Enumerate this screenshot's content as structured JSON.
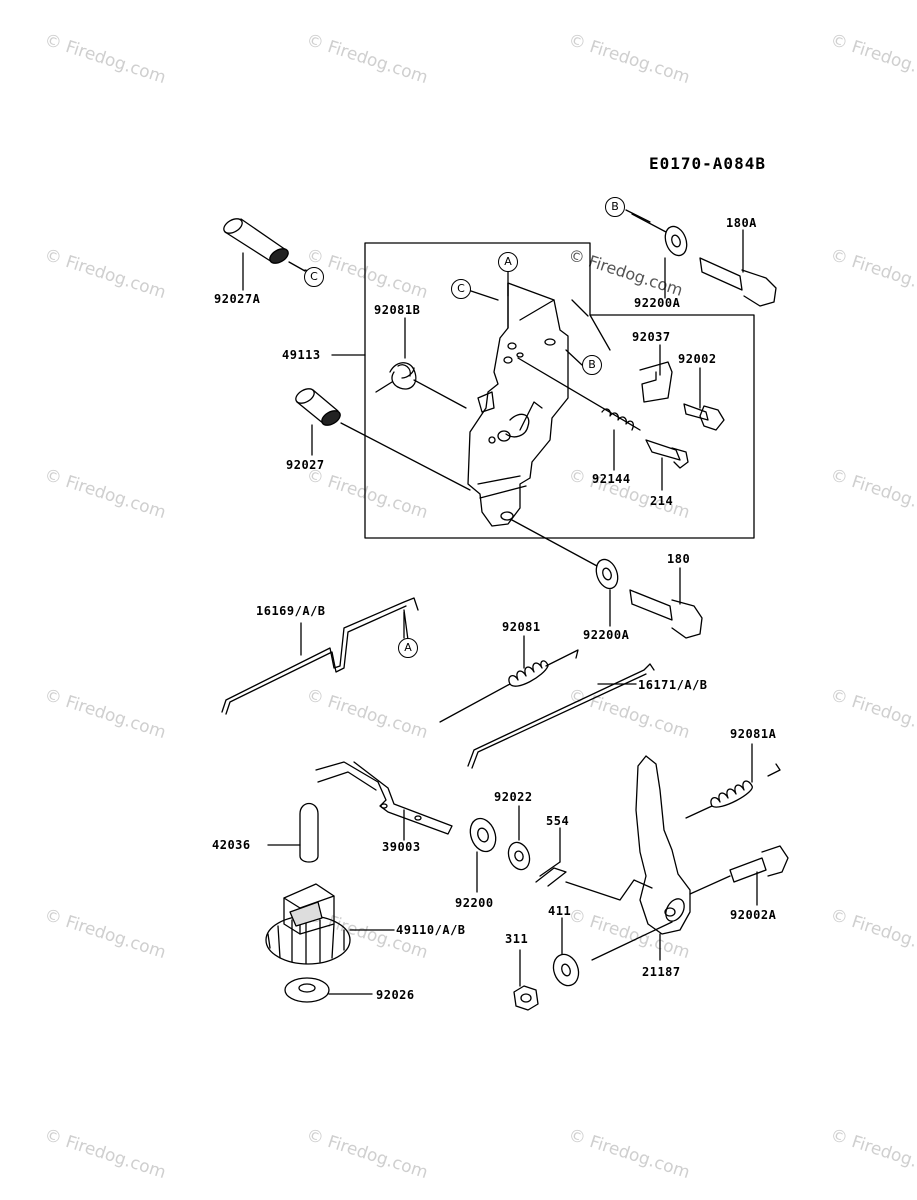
{
  "diagram_code": "E0170-A084B",
  "watermark_text": "© Firedog.com",
  "callout_letters": {
    "a": "A",
    "b": "B",
    "c": "C"
  },
  "parts": {
    "p92027A": "92027A",
    "p49113": "49113",
    "p92081B": "92081B",
    "p92027": "92027",
    "p92200A_top": "92200A",
    "p180A": "180A",
    "p92037": "92037",
    "p92002": "92002",
    "p92144": "92144",
    "p214": "214",
    "p180": "180",
    "p92200A": "92200A",
    "p16169": "16169/A/B",
    "p92081": "92081",
    "p16171": "16171/A/B",
    "p92081A": "92081A",
    "p92022": "92022",
    "p554": "554",
    "p39003": "39003",
    "p42036": "42036",
    "p92200": "92200",
    "p49110": "49110/A/B",
    "p411": "411",
    "p311": "311",
    "p21187": "21187",
    "p92002A": "92002A",
    "p92026": "92026"
  },
  "colors": {
    "line": "#000000",
    "watermark": "#cfcfcf",
    "background": "#ffffff"
  }
}
